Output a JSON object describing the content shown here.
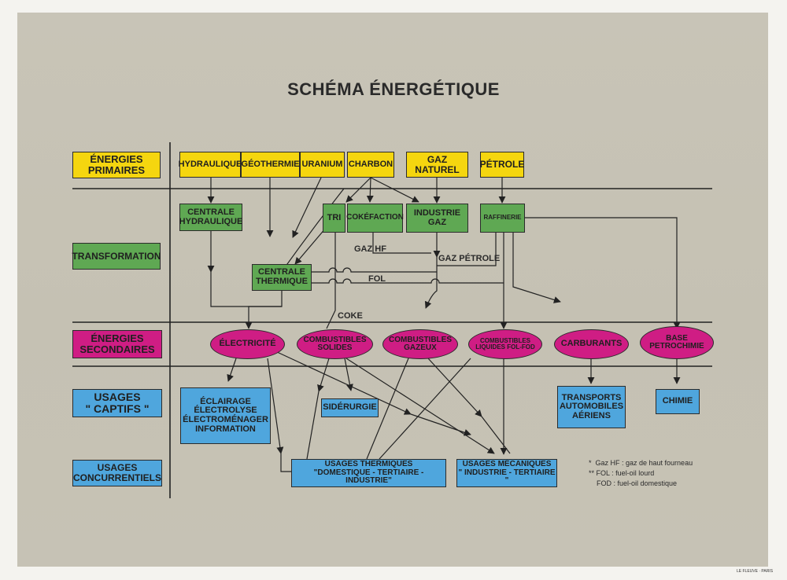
{
  "title": "SCHÉMA ÉNERGÉTIQUE",
  "colors": {
    "primary": "#f5d60f",
    "transformation": "#5fa853",
    "secondary": "#cf1d84",
    "usage": "#4fa6dd",
    "background": "#c7c3b5"
  },
  "rows": {
    "primary": "ÉNERGIES\nPRIMAIRES",
    "transformation": "TRANSFORMATION",
    "secondary": "ÉNERGIES\nSECONDAIRES",
    "captive": "USAGES\n\" CAPTIFS \"",
    "competitive": "USAGES\nCONCURRENTIELS"
  },
  "primary": {
    "hydraulique": "HYDRAULIQUE",
    "geothermie": "GÉOTHERMIE",
    "uranium": "URANIUM",
    "charbon": "CHARBON",
    "gaz": "GAZ\nNATUREL",
    "petrole": "PÉTROLE"
  },
  "transformation": {
    "centrale_hydraulique": "CENTRALE\nHYDRAULIQUE",
    "tri": "TRI",
    "cokefaction": "COKÉFACTION",
    "industrie_gaz": "INDUSTRIE\nGAZ",
    "raffinerie": "RAFFINERIE",
    "centrale_thermique": "CENTRALE\nTHERMIQUE"
  },
  "flow_labels": {
    "gaz_hf": "GAZ HF",
    "gaz_petrole": "GAZ PÉTROLE",
    "fol": "FOL",
    "coke": "COKE"
  },
  "secondary": {
    "electricite": "ÉLECTRICITÉ",
    "combustibles_solides": "COMBUSTIBLES\nSOLIDES",
    "combustibles_gazeux": "COMBUSTIBLES\nGAZEUX",
    "combustibles_liquides": "COMBUSTIBLES\nLIQUIDES FOL-FOD",
    "carburants": "CARBURANTS",
    "base_petrochimie": "BASE\nPETROCHIMIE"
  },
  "captive": {
    "eclairage": "ÉCLAIRAGE\nÉLECTROLYSE\nÉLECTROMÉNAGER\nINFORMATION",
    "siderurgie": "SIDÉRURGIE",
    "transports": "TRANSPORTS\nAUTOMOBILES\nAÉRIENS",
    "chimie": "CHIMIE"
  },
  "competitive": {
    "thermiques": "USAGES THERMIQUES\n\"DOMESTIQUE - TERTIAIRE - INDUSTRIE\"",
    "mecaniques": "USAGES MÉCANIQUES\n\" INDUSTRIE - TERTIAIRE \""
  },
  "notes": {
    "n1": "*  Gaz HF : gaz de haut fourneau",
    "n2": "** FOL : fuel-oil lourd",
    "n3": "    FOD : fuel-oil domestique"
  },
  "credit": "LE FLEUVE · PARIS"
}
